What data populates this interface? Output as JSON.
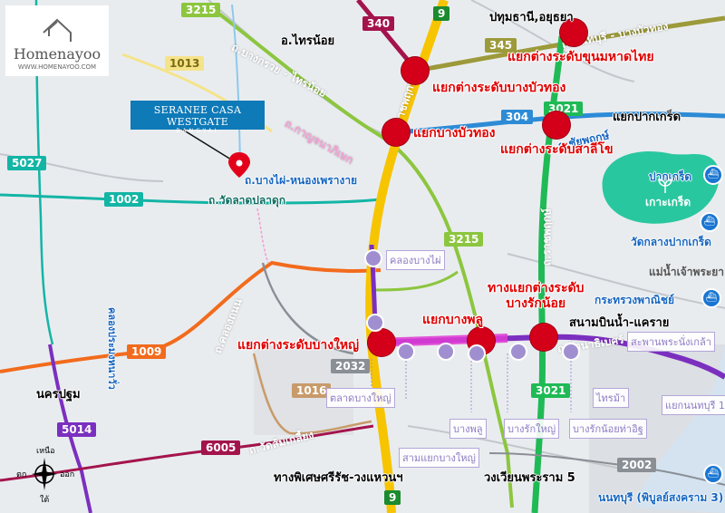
{
  "logo": {
    "brand": "Homenayoo",
    "url": "WWW.HOMENAYOO.COM"
  },
  "project": {
    "name": "SERANEE CASA WESTGATE",
    "subtitle": "BANGYAI"
  },
  "shields": {
    "s3215_top": "3215",
    "s340": "340",
    "s9_top": "9",
    "s1013": "1013",
    "s345": "345",
    "s304": "304",
    "s3021_top": "3021",
    "s5027": "5027",
    "s1002": "1002",
    "s3215_mid": "3215",
    "s1009": "1009",
    "s2032": "2032",
    "s1016": "1016",
    "s5014": "5014",
    "s6005": "6005",
    "s3021_bot": "3021",
    "s2002": "2002",
    "s9_bot": "9"
  },
  "road_labels": {
    "bangkruai_sainoi": "ถ.บางกรวย - ไทรน้อย",
    "ratchaphruek_top": "ถ.ราชพฤกษ์",
    "kanchana_v": "ถ.กาญจนาภิเษก",
    "bangphai": "ถ.บางไผ่-หนองเพรางาย",
    "watladpladuk": "ถ.วัดลาดปลาดุก",
    "khlong_thanon": "ถ.คลองถนน",
    "khlong_pralab": "คลองประมงหนาวั่ว",
    "watsomkliang": "ถ.วัดส้มเกลี้ยง",
    "ratchaphruek_v": "ถ.ราชพฤกษ์",
    "chaiyaphruek": "ถ.ชัยพฤกษ์",
    "nonthaburi_bangbuathong": "ถ.นนทบุรี - บางบัวทอง",
    "rattanathibet": "ถ.รัตนาธิเบศร์"
  },
  "junctions": {
    "khunmahatthai": "แยกต่างระดับขุนมหาดไทย",
    "bangbuathong_lvl": "แยกต่างระดับบางบัวทอง",
    "bangbuathong": "แยกบางบัวทอง",
    "saliphai": "แยกต่างระดับสาลีโข",
    "bangphlu": "แยกบางพลู",
    "bangraknoi": "ทางแยกต่างระดับ\nบางรักน้อย",
    "bangyai": "แยกต่างระดับบางใหญ่"
  },
  "directions": {
    "pathum": "ปทุมธานี,อยุธยา",
    "sainoi": "อ.ไทรน้อย",
    "pakkret": "แยกปากเกร็ด",
    "nakhonpathom": "นครปฐม",
    "sanambin": "สนามบินน้ำ-แคราย",
    "phiset": "ทางพิเศษศรีรัช-วงแหวนฯ",
    "rama5": "วงเวียนพระราม 5"
  },
  "stations": {
    "khlongbangphai": "คลองบางไผ่",
    "talatbangyai": "ตลาดบางใหญ่",
    "bangphlu": "บางพลู",
    "bangrakyai": "บางรักใหญ่",
    "bangraknoi": "บางรักน้อยท่าอิฐ",
    "sambangyai": "สามแยกบางใหญ่",
    "sainma": "ไทรม้า",
    "phranangklao": "สะพานพระนั่งเกล้า",
    "nonthaburi1": "แยกนนทบุรี 1"
  },
  "places": {
    "pakkret": "ปากเกร็ด",
    "kohkret": "เกาะเกร็ด",
    "watklang": "วัดกลางปากเกร็ด",
    "chaophraya": "แม่น้ำเจ้าพระยา",
    "ministry": "กระทรวงพาณิชย์",
    "nonthaburi_pier": "นนทบุรี (พิบูลย์สงคราม 3)"
  },
  "compass": {
    "north": "เหนือ",
    "south": "ใต้",
    "east": "ออก",
    "west": "ตก"
  },
  "colors": {
    "yellow": "#f7c400",
    "orange": "#f26b1d",
    "green_road": "#8cc63f",
    "ratchaphruek": "#1fba55",
    "olive": "#9c9a3a",
    "maroon": "#a3144d",
    "purple_line": "#7b2fbf",
    "pink_line": "#e03cd4",
    "dark_purple": "#5b2a86",
    "teal": "#13b5a5",
    "junction": "#d4001a",
    "island": "#1fc59a"
  }
}
